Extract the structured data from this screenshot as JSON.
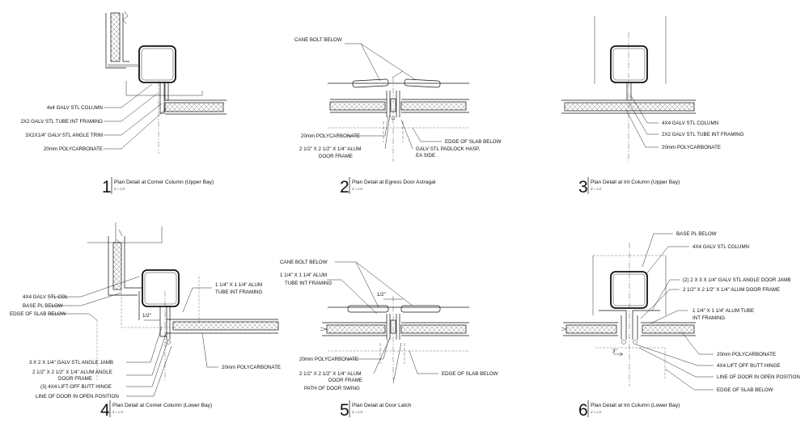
{
  "details": [
    {
      "number": "1",
      "title": "Plan Detail at Corner Column (Upper Bay)",
      "scale": "3\" = 1'-0\"",
      "labels": [
        "4x4 GALV STL COLUMN",
        "2X2 GALV STL TUBE INT FRAMING",
        "3X2X1/4\" GALV STL ANGLE TRIM",
        "20mm POLYCARBONATE"
      ]
    },
    {
      "number": "2",
      "title": "Plan Detail at Egress Door Astragal",
      "scale": "3\" = 1'-0\"",
      "labels": [
        "CANE BOLT BELOW",
        "20mm POLYCARBONATE",
        "2 1/2\" X 2 1/2\" X 1/4\" ALUM",
        "DOOR FRAME",
        "EDGE OF SLAB BELOW",
        "GALV STL PADLOCK HASP,",
        "EA SIDE"
      ]
    },
    {
      "number": "3",
      "title": "Plan Detail at Int Column (Upper Bay)",
      "scale": "3\" = 1'-0\"",
      "labels": [
        "4X4 GALV STL COLUMN",
        "2X2 GALV STL TUBE INT FRAMING",
        "20mm POLYCARBONATE"
      ]
    },
    {
      "number": "4",
      "title": "Plan Detail at Corner Column (Lower Bay)",
      "scale": "3\" = 1'-0\"",
      "labels": [
        "4X4 GALV STL COL",
        "BASE PL BELOW",
        "EDGE OF SLAB BELOW",
        "1 1/4\" X 1 1/4\" ALUM",
        "TUBE INT FRAMING",
        "1/2\"",
        "3 X 2 X 1/4\" GALV STL ANGLE JAMB",
        "2 1/2\" X 2 1/2\" X 1/4\" ALUM ANGLE",
        "DOOR FRAME",
        "(3) 4X4 LIFT-OFF BUTT HINGE",
        "LINE OF DOOR IN OPEN POSITION",
        "20mm POLYCARBONATE"
      ]
    },
    {
      "number": "5",
      "title": "Plan Detail at Door Latch",
      "scale": "3\" = 1'-0\"",
      "labels": [
        "CANE BOLT BELOW",
        "1 1/4\" X 1 1/4\" ALUM",
        "TUBE INT FRAMING",
        "1/2\"",
        "20mm POLYCARBONATE",
        "2 1/2\" X 2 1/2\" X 1/4\" ALUM",
        "DOOR FRAME",
        "PATH OF DOOR SWING",
        "EDGE OF SLAB BELOW"
      ]
    },
    {
      "number": "6",
      "title": "Plan Detail at Int Column (Lower Bay)",
      "scale": "3\" = 1'-0\"",
      "labels": [
        "BASE PL BELOW",
        "4X4 GALV STL COLUMN",
        "(2) 2 X 3 X 1/4\" GALV STL ANGLE DOOR JAMB",
        "2 1/2\" X 2 1/2\" X 1/4\" ALUM DOOR FRAME",
        "1 1/4\" X 1 1/4\" ALUM TUBE",
        "INT FRAMING",
        "3\"",
        "20mm POLYCARBONATE",
        "4X4 LIFT OFF BUTT HINGE",
        "LINE OF DOOR IN OPEN POSITION",
        "EDGE OF SLAB BELOW"
      ]
    }
  ]
}
